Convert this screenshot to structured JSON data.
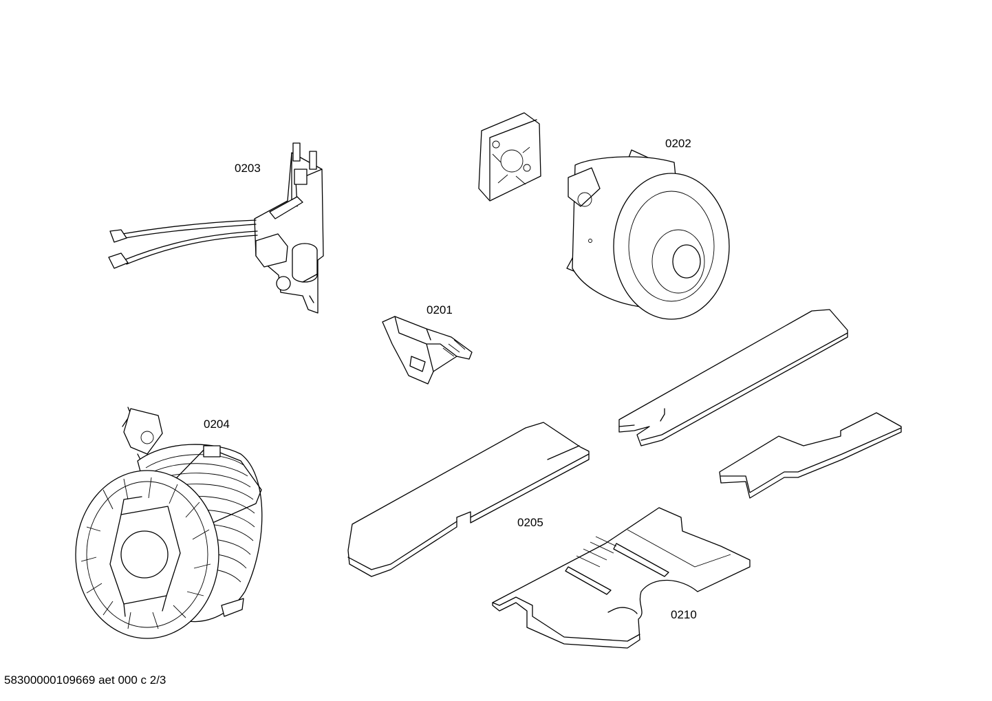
{
  "diagram": {
    "parts": [
      {
        "id": "p0201",
        "label": "0201"
      },
      {
        "id": "p0202",
        "label": "0202"
      },
      {
        "id": "p0203",
        "label": "0203"
      },
      {
        "id": "p0204",
        "label": "0204"
      },
      {
        "id": "p0205",
        "label": "0205"
      },
      {
        "id": "p0210",
        "label": "0210"
      }
    ],
    "footer": "58300000109669 aet 000 c 2/3"
  },
  "colors": {
    "line": "#000000",
    "background": "#ffffff"
  }
}
